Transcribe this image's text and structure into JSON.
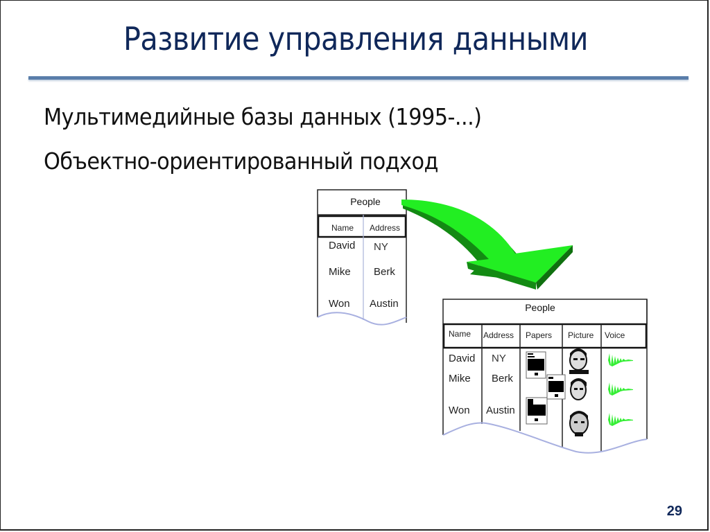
{
  "slide": {
    "title": "Развитие управления данными",
    "bullets": [
      "Мультимедийные базы данных (1995-...)",
      "Объектно-ориентированный подход"
    ],
    "page_number": "29",
    "colors": {
      "title": "#10285a",
      "rule": "#5a7eaa",
      "arrow": "#22ee22",
      "arrow_shadow": "#138a13",
      "voice_wave": "#33ee33"
    }
  },
  "figure": {
    "old_table": {
      "caption": "People",
      "columns": [
        "Name",
        "Address"
      ],
      "rows": [
        [
          "David",
          "NY"
        ],
        [
          "Mike",
          "Berk"
        ],
        [
          "Won",
          "Austin"
        ]
      ]
    },
    "arrow": {
      "icon": "curved-arrow-icon"
    },
    "new_table": {
      "caption": "People",
      "columns": [
        "Name",
        "Address",
        "Papers",
        "Picture",
        "Voice"
      ],
      "rows": [
        [
          "David",
          "NY"
        ],
        [
          "Mike",
          "Berk"
        ],
        [
          "Won",
          "Austin"
        ]
      ],
      "icons": {
        "papers": "document-icon",
        "picture": "face-photo-icon",
        "voice": "sound-wave-icon"
      }
    }
  }
}
